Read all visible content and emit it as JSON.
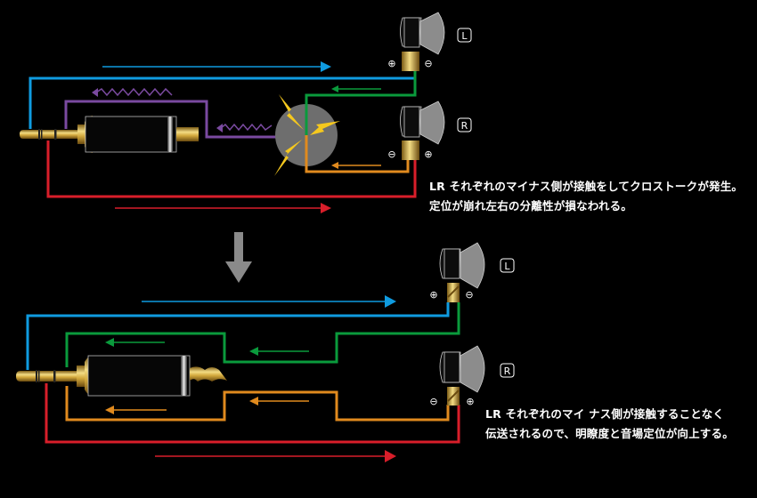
{
  "title": "LR crosstalk comparison diagram: shared ground vs. separated ground",
  "colors": {
    "background": "#000000",
    "left_plus": "#0f9be0",
    "left_minus": "#0a9a3c",
    "right_minus": "#e08a1e",
    "right_plus": "#d81e2a",
    "crosstalk": "#7a4aa0",
    "spark": "#f5c81e",
    "contact_blob": "#6e6e6e",
    "transition_arrow": "#8a8a8a",
    "gold": "#d9b24a",
    "caption_text": "#ffffff"
  },
  "top_diagram": {
    "description": "Conventional cable: L and R minus conductors join at a shared point, causing crosstalk",
    "earphones": [
      {
        "channel": "L",
        "label": "L",
        "left_terminal": "⊕",
        "right_terminal": "⊖"
      },
      {
        "channel": "R",
        "label": "R",
        "left_terminal": "⊖",
        "right_terminal": "⊕"
      }
    ],
    "caption": [
      "LR それぞれのマイナス側が接触をしてクロストークが発生。",
      "定位が崩れ左右の分離性が損なわれる。"
    ]
  },
  "bottom_diagram": {
    "description": "Separated ground cable: L and R minus conductors routed independently",
    "earphones": [
      {
        "channel": "L",
        "label": "L",
        "left_terminal": "⊕",
        "right_terminal": "⊖"
      },
      {
        "channel": "R",
        "label": "R",
        "left_terminal": "⊖",
        "right_terminal": "⊕"
      }
    ],
    "caption": [
      "LR それぞれのマイ ナス側が接触することなく",
      "伝送されるので、明瞭度と音場定位が向上する。"
    ]
  }
}
